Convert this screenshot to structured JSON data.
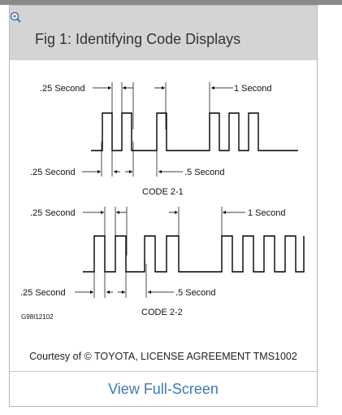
{
  "header": {
    "title": "Fig 1: Identifying Code Displays",
    "zoom_icon": "zoom-in-icon"
  },
  "figure": {
    "diagram1": {
      "label_top_left": ".25 Second",
      "label_top_right": "1 Second",
      "label_bottom_left": ".25 Second",
      "label_bottom_right": ".5 Second",
      "caption": "CODE 2-1"
    },
    "diagram2": {
      "label_top_left": ".25 Second",
      "label_top_right": "1 Second",
      "label_bottom_left": ".25 Second",
      "label_bottom_right": ".5 Second",
      "caption": "CODE 2-2"
    },
    "figure_id": "G98I12102"
  },
  "courtesy": "Courtesy of © TOYOTA, LICENSE AGREEMENT TMS1002",
  "footer": {
    "view_fullscreen": "View Full-Screen"
  },
  "colors": {
    "link": "#3a7ab8",
    "header_bg": "#d4d4d4",
    "topbar": "#8a8a8a"
  }
}
